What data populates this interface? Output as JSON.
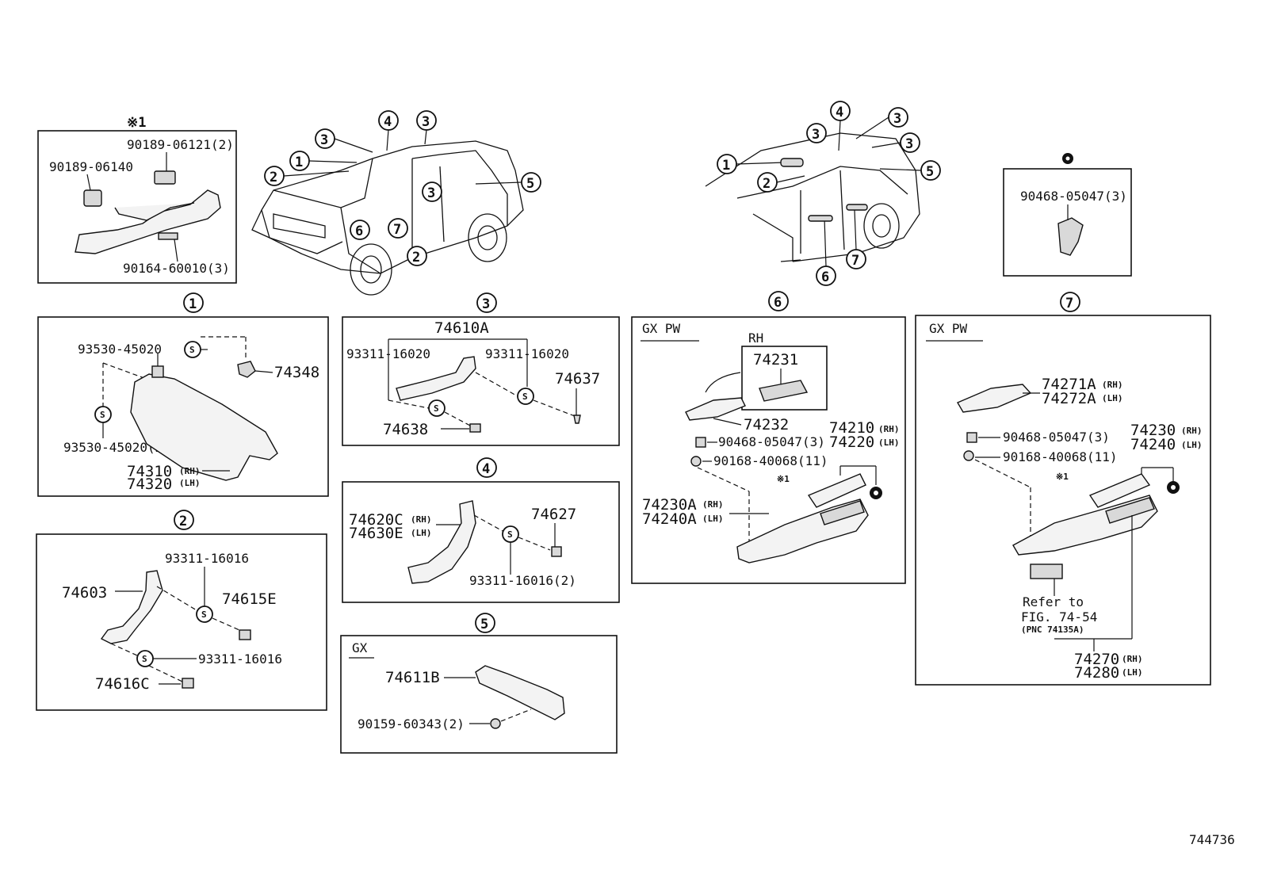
{
  "diagram": {
    "ref_number": "744736",
    "note_mark": "※1",
    "top_left_box": {
      "part_a": "90189-06121(2)",
      "part_b": "90189-06140",
      "part_c": "90164-60010(3)"
    },
    "callouts": {
      "c1": "1",
      "c2": "2",
      "c3": "3",
      "c4": "4",
      "c5": "5",
      "c6": "6",
      "c7": "7"
    },
    "sec1": {
      "p1": "93530-45020",
      "p2": "74348",
      "p3": "93530-45020(2)",
      "p4": "74310",
      "p4_sub": "(RH)",
      "p5": "74320",
      "p5_sub": "(LH)",
      "s_mark": "S"
    },
    "sec2": {
      "p1": "93311-16016",
      "p2": "74603",
      "p3": "74615E",
      "p4": "93311-16016",
      "p5": "74616C"
    },
    "sec3": {
      "p1": "74610A",
      "p2": "93311-16020",
      "p3": "93311-16020",
      "p4": "74637",
      "p5": "74638"
    },
    "sec4": {
      "p1": "74620C",
      "p1_sub": "(RH)",
      "p2": "74630E",
      "p2_sub": "(LH)",
      "p3": "74627",
      "p4": "93311-16016(2)"
    },
    "sec5": {
      "variant": "GX",
      "p1": "74611B",
      "p2": "90159-60343(2)"
    },
    "sec6": {
      "variant": "GX PW",
      "rh": "RH",
      "p1": "74231",
      "p2": "74232",
      "p3": "90468-05047(3)",
      "p4": "90168-40068(11)",
      "p5": "74210",
      "p5_sub": "(RH)",
      "p6": "74220",
      "p6_sub": "(LH)",
      "p7": "74230A",
      "p7_sub": "(RH)",
      "p8": "74240A",
      "p8_sub": "(LH)"
    },
    "sec7": {
      "variant": "GX PW",
      "p1": "74271A",
      "p1_sub": "(RH)",
      "p2": "74272A",
      "p2_sub": "(LH)",
      "p3": "90468-05047(3)",
      "p4": "90168-40068(11)",
      "p5": "74230",
      "p5_sub": "(RH)",
      "p6": "74240",
      "p6_sub": "(LH)",
      "refer1": "Refer to",
      "refer2": "FIG. 74-54",
      "refer3": "(PNC 74135A)",
      "p7": "74270",
      "p7_sub": "(RH)",
      "p8": "74280",
      "p8_sub": "(LH)"
    },
    "top_right_box": {
      "p1": "90468-05047(3)"
    }
  }
}
